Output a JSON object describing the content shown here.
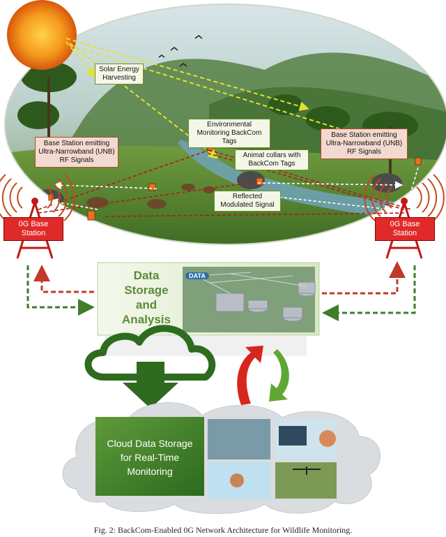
{
  "labels": {
    "solar": "Solar Energy\nHarvesting",
    "env_tags": "Environmental\nMonitoring BackCom Tags",
    "animal_collars": "Animal collars with\nBackCom Tags",
    "reflected": "Reflected\nModulated Signal",
    "bs_left": "Base Station emitting\nUltra-Narrowband (UNB)\nRF Signals",
    "bs_right": "Base Station emitting\nUltra-Narrowband (UNB)\nRF Signals",
    "station_left": "0G Base\nStation",
    "station_right": "0G Base\nStation",
    "data_storage": "Data\nStorage\nand\nAnalysis",
    "data_word": "DATA",
    "cloud": "Cloud Data Storage\nfor Real-Time\nMonitoring"
  },
  "caption": "Fig. 2: BackCom-Enabled 0G Network Architecture for Wildlife Monitoring.",
  "colors": {
    "signal_red": "#c0392b",
    "signal_green": "#3f7d2a",
    "solar_dash": "#e8e030",
    "station_red": "#e02a2a",
    "cloud_green": "#2e6b1f",
    "tag_orange": "#e8731c"
  }
}
